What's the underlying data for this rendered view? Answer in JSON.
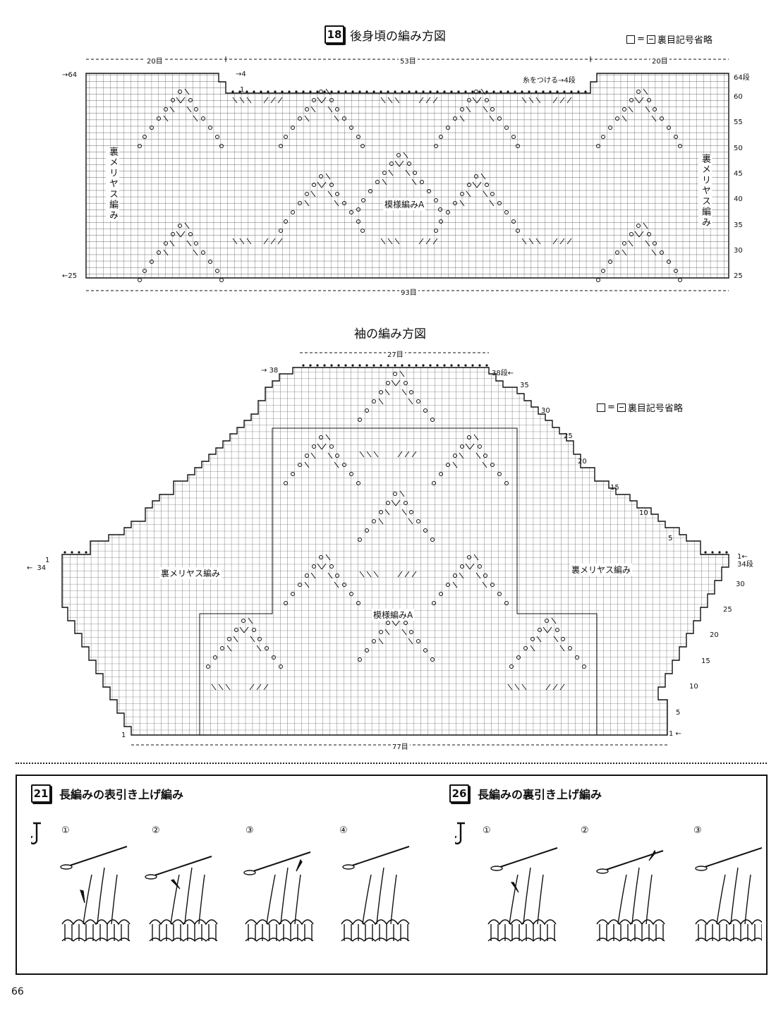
{
  "back": {
    "number": "18",
    "title": "後身頃の編み方図",
    "legend": "裏目記号省略",
    "width_left": "20目",
    "width_mid": "53目",
    "width_right": "20目",
    "width_total": "93目",
    "row_top_left": "64",
    "row_top_right": "64段",
    "row_bottom_left": "25",
    "row_bottom_right": "25",
    "rows_right": [
      "60",
      "55",
      "50",
      "45",
      "40",
      "35",
      "30"
    ],
    "note_left": "4",
    "note_left_1": "1",
    "note_right": "糸をつける",
    "note_right_4": "4段",
    "pattern_label": "模様編みA",
    "side_label_left": "裏メリヤス編み",
    "side_label_right": "裏メリヤス編み"
  },
  "sleeve": {
    "title": "袖の編み方図",
    "legend": "裏目記号省略",
    "width_top": "27目",
    "width_bottom": "77目",
    "row_top_left": "38",
    "row_top_right": "38段",
    "rows_upper": [
      "35",
      "30",
      "25",
      "20",
      "15",
      "10",
      "5"
    ],
    "row_side_left_1": "1",
    "row_side_left_34": "34",
    "row_side_right_1": "1",
    "row_side_right_34": "34段",
    "rows_lower": [
      "30",
      "25",
      "20",
      "15",
      "10",
      "5"
    ],
    "row_bottom_left": "1",
    "row_bottom_right": "1",
    "pattern_label": "模様編みA",
    "side_label_left": "裏メリヤス編み",
    "side_label_right": "裏メリヤス編み"
  },
  "stitches": [
    {
      "number": "21",
      "title": "長編みの表引き上げ編み",
      "steps": [
        "①",
        "②",
        "③",
        "④"
      ]
    },
    {
      "number": "26",
      "title": "長編みの裏引き上げ編み",
      "steps": [
        "①",
        "②",
        "③"
      ]
    }
  ],
  "page_number": "66"
}
